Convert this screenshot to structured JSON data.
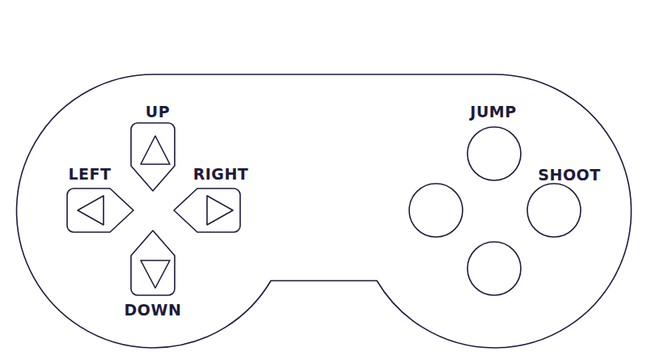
{
  "diagram": {
    "nodes": [
      {
        "text": [
          "UP"
        ]
      },
      {
        "text": [
          "JUMP"
        ]
      },
      {
        "text": [
          "LEFT"
        ]
      },
      {
        "text": [
          "RIGHT"
        ]
      },
      {
        "text": [
          "SHOOT"
        ]
      },
      {
        "text": [
          "DOWN"
        ]
      }
    ]
  }
}
